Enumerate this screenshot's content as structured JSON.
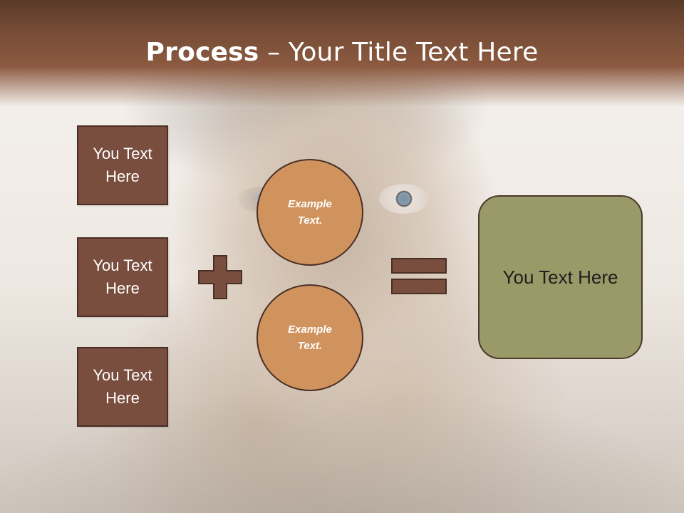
{
  "title": {
    "bold": "Process",
    "rest": " – Your Title Text Here"
  },
  "left_boxes": [
    {
      "text": "You Text Here"
    },
    {
      "text": "You Text Here"
    },
    {
      "text": "You Text Here"
    }
  ],
  "circles": [
    {
      "text": "Example Text."
    },
    {
      "text": "Example Text."
    }
  ],
  "result": {
    "text": "You Text Here"
  },
  "colors": {
    "header": "#774c36",
    "box_fill": "#7a4e3f",
    "circle_fill": "#d0935e",
    "result_fill": "#9a9968",
    "outline": "#4a2f25"
  },
  "icons": {
    "operator_1": "plus-icon",
    "operator_2": "equals-icon"
  }
}
